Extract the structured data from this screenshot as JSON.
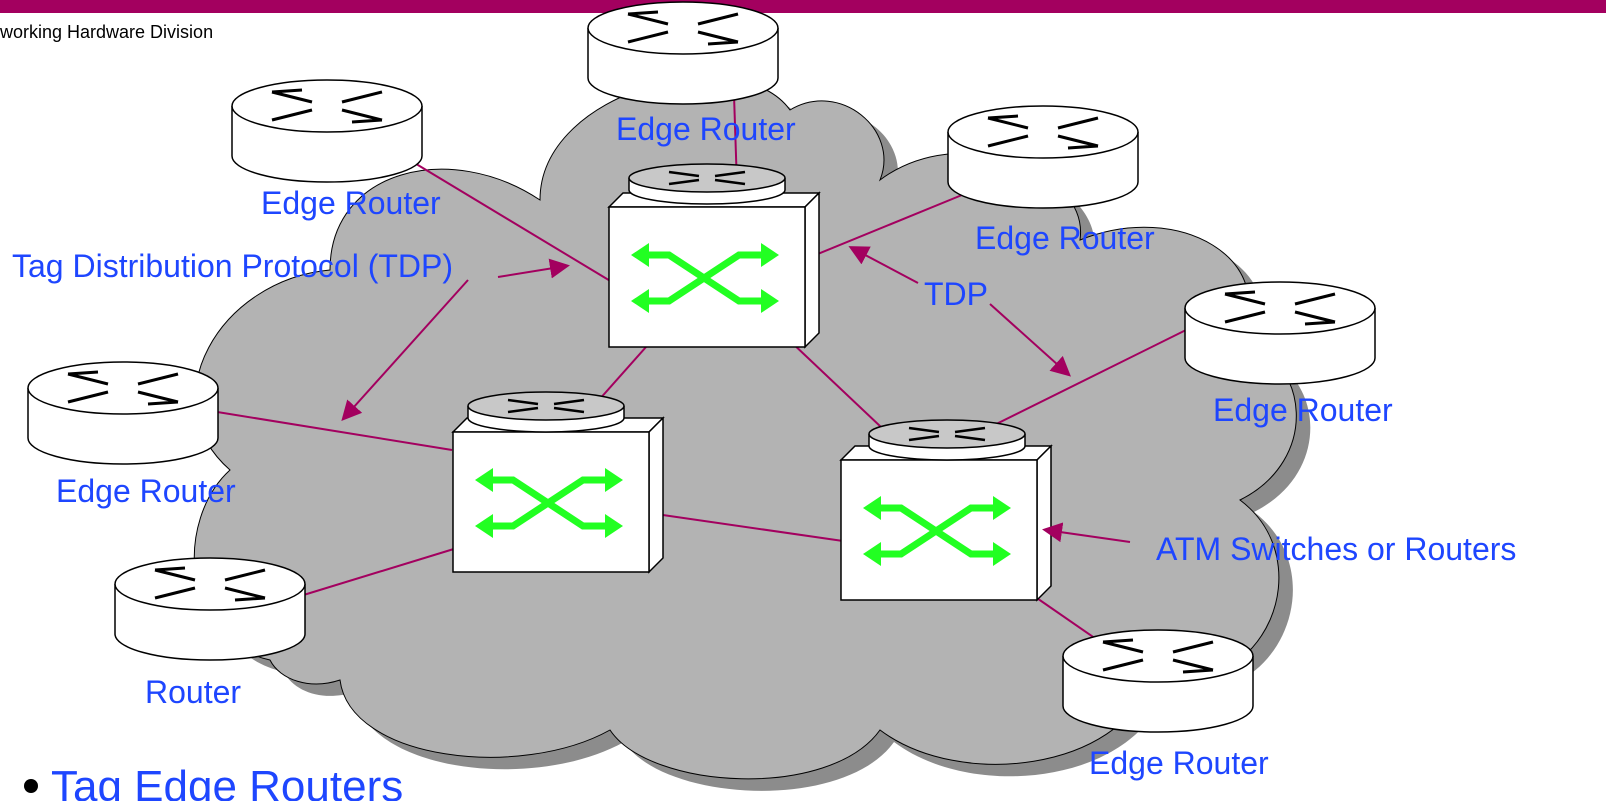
{
  "header": {
    "division": "working Hardware Division",
    "bar_color": "#a3005f"
  },
  "labels": {
    "edge_router_top": "Edge Router",
    "edge_router_upper_left": "Edge Router",
    "edge_router_upper_right": "Edge Router",
    "edge_router_right": "Edge Router",
    "edge_router_left": "Edge Router",
    "edge_router_bottom_right": "Edge Router",
    "router_bottom_left": "Router",
    "tdp_left": "Tag Distribution Protocol (TDP)",
    "tdp_right": "TDP",
    "atm_switches": "ATM Switches or Routers"
  },
  "bullet": {
    "text": "Tag Edge Routers"
  },
  "colors": {
    "link": "#a3005f",
    "label": "#1e46ff",
    "cloud": "#b3b3b3",
    "cloud_shadow": "#8c8c8c",
    "switch_arrows": "#22ff22"
  },
  "icons": {
    "router": "router-icon",
    "switch": "atm-switch-icon",
    "cloud": "network-cloud"
  }
}
